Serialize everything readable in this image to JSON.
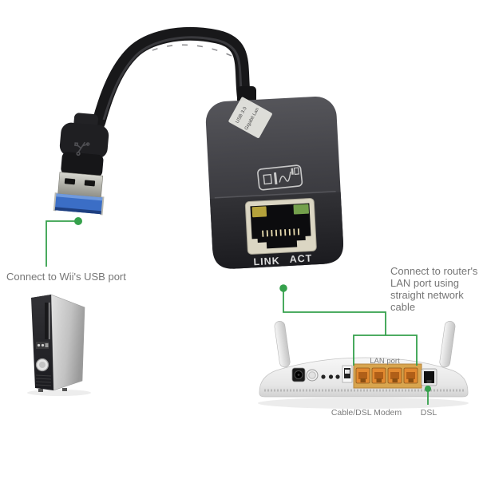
{
  "page": {
    "background_color": "#ffffff"
  },
  "colors": {
    "annotation_green": "#35a14c",
    "annotation_text": "#767676",
    "usb_blue": "#3b6ec6",
    "lan_port_orange": "#e2892f",
    "lan_panel_gold": "#d8a54e"
  },
  "adapter": {
    "label_line1": "USB 3.0",
    "label_line2": "Gigabit Lan",
    "link_label": "LINK",
    "act_label": "ACT"
  },
  "annotations": {
    "wii_text": "Connect to Wii's USB port",
    "router_text": "Connect to router's LAN port using straight network cable"
  },
  "router": {
    "lan_port_label": "LAN port",
    "modem_label": "Cable/DSL Modem",
    "dsl_label": "DSL"
  }
}
